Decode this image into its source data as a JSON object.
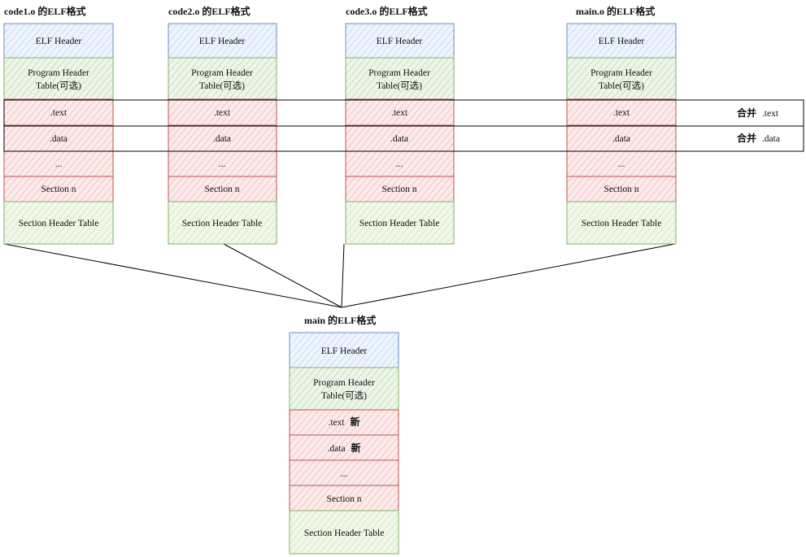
{
  "objects": [
    {
      "title": "code1.o 的ELF格式",
      "rows": {
        "elf_header": "ELF Header",
        "pht_line1": "Program Header",
        "pht_line2": "Table(可选)",
        "text": ".text",
        "data": ".data",
        "ellipsis": "...",
        "section_n": "Section n",
        "sht": "Section Header Table"
      }
    },
    {
      "title": "code2.o 的ELF格式",
      "rows": {
        "elf_header": "ELF Header",
        "pht_line1": "Program Header",
        "pht_line2": "Table(可选)",
        "text": ".text",
        "data": ".data",
        "ellipsis": "...",
        "section_n": "Section n",
        "sht": "Section Header Table"
      }
    },
    {
      "title": "code3.o 的ELF格式",
      "rows": {
        "elf_header": "ELF Header",
        "pht_line1": "Program Header",
        "pht_line2": "Table(可选)",
        "text": ".text",
        "data": ".data",
        "ellipsis": "...",
        "section_n": "Section n",
        "sht": "Section Header Table"
      }
    },
    {
      "title": "main.o 的ELF格式",
      "rows": {
        "elf_header": "ELF Header",
        "pht_line1": "Program Header",
        "pht_line2": "Table(可选)",
        "text": ".text",
        "data": ".data",
        "ellipsis": "...",
        "section_n": "Section n",
        "sht": "Section Header Table"
      }
    }
  ],
  "merge_labels": {
    "text_prefix": "合并",
    "text_suffix": ".text",
    "data_prefix": "合并",
    "data_suffix": ".data"
  },
  "result": {
    "title": "main 的ELF格式",
    "rows": {
      "elf_header": "ELF Header",
      "pht_line1": "Program Header",
      "pht_line2": "Table(可选)",
      "text": ".text",
      "text_new": "新",
      "data": ".data",
      "data_new": "新",
      "ellipsis": "...",
      "section_n": "Section n",
      "sht": "Section Header Table"
    }
  },
  "colors": {
    "header_fill": "#dae8fc",
    "header_stroke": "#6c8ebf",
    "program_fill": "#d5e8d4",
    "program_stroke": "#82b366",
    "section_fill": "#f8cecc",
    "section_stroke": "#b85450",
    "sht_fill": "#e4f0d5",
    "sht_stroke": "#82b366",
    "line": "#000000"
  }
}
